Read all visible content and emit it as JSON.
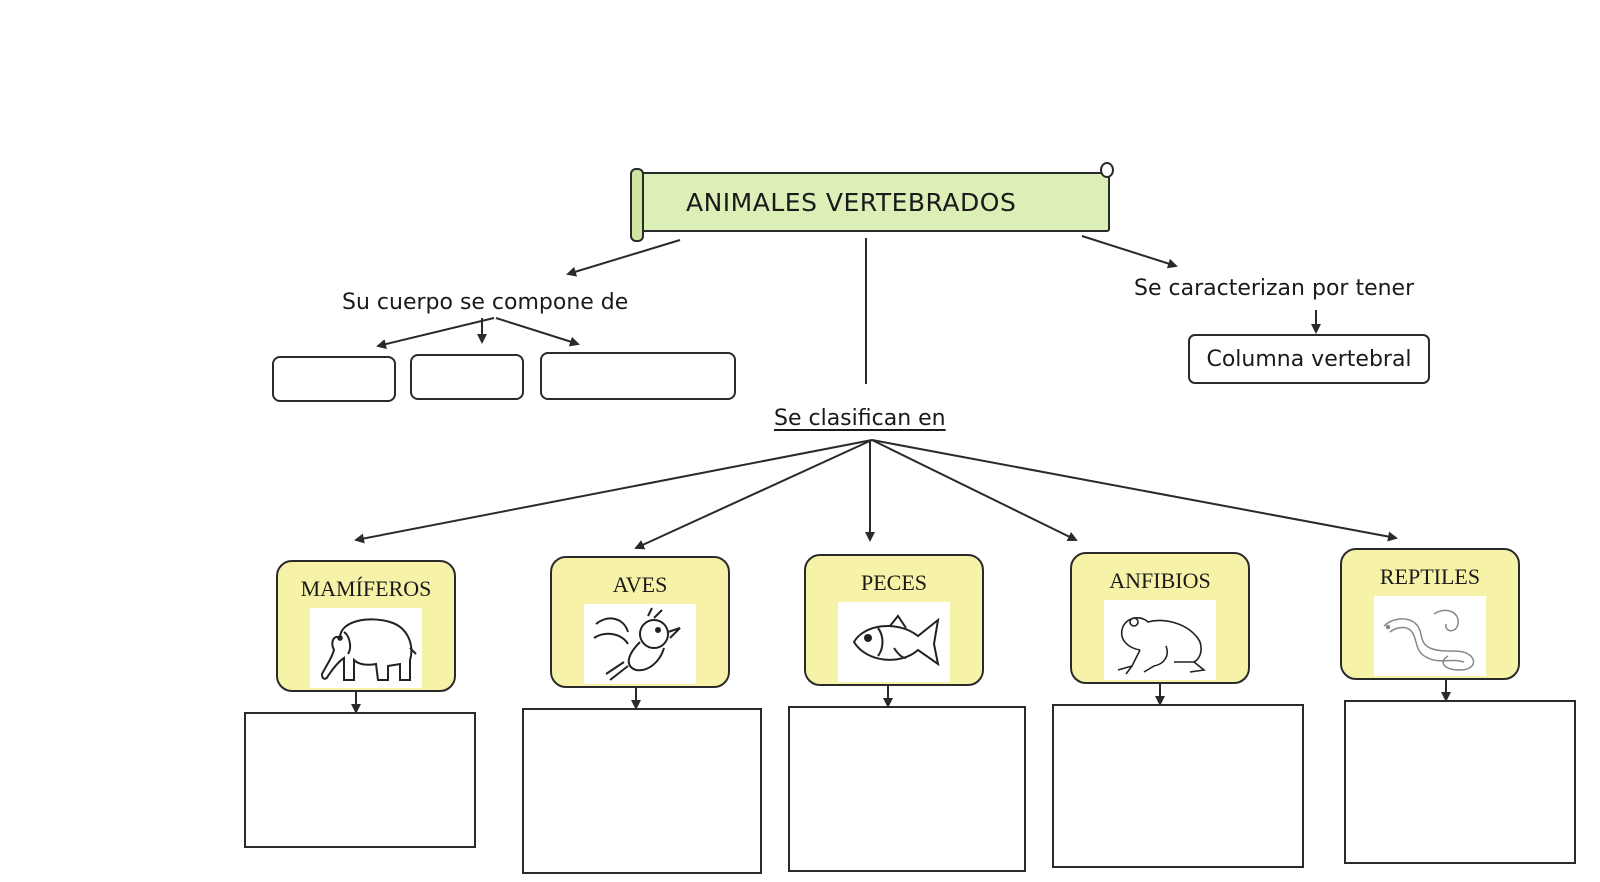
{
  "title": "ANIMALES VERTEBRADOS",
  "body_composition": {
    "label": "Su cuerpo se compone de",
    "slots": [
      "",
      "",
      ""
    ]
  },
  "characteristic": {
    "label": "Se  caracterizan por tener",
    "value": "Columna vertebral"
  },
  "classification": {
    "label": "Se clasifican en",
    "categories": [
      {
        "label": "MAMÍFEROS",
        "icon": "elephant-icon"
      },
      {
        "label": "AVES",
        "icon": "bird-icon"
      },
      {
        "label": "PECES",
        "icon": "fish-icon"
      },
      {
        "label": "ANFIBIOS",
        "icon": "frog-icon"
      },
      {
        "label": "REPTILES",
        "icon": "snake-icon"
      }
    ]
  },
  "colors": {
    "banner": "#dcefb6",
    "category_box": "#f6f3a8",
    "lines": "#2a2a2a"
  }
}
